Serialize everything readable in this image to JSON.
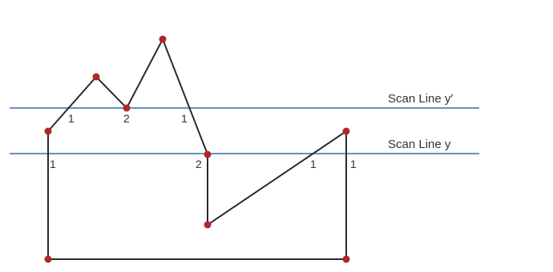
{
  "colors": {
    "scanline": "#2f6fb0",
    "edge": "#2a2a2a",
    "vertex": "#b0262b",
    "text": "#333333",
    "background": "#ffffff"
  },
  "scanlines": [
    {
      "label": "Scan Line y′"
    },
    {
      "label": "Scan Line y"
    }
  ],
  "intersection_counts": {
    "upper": [
      "1",
      "2",
      "1"
    ],
    "lower": [
      "1",
      "2",
      "1",
      "1"
    ]
  }
}
